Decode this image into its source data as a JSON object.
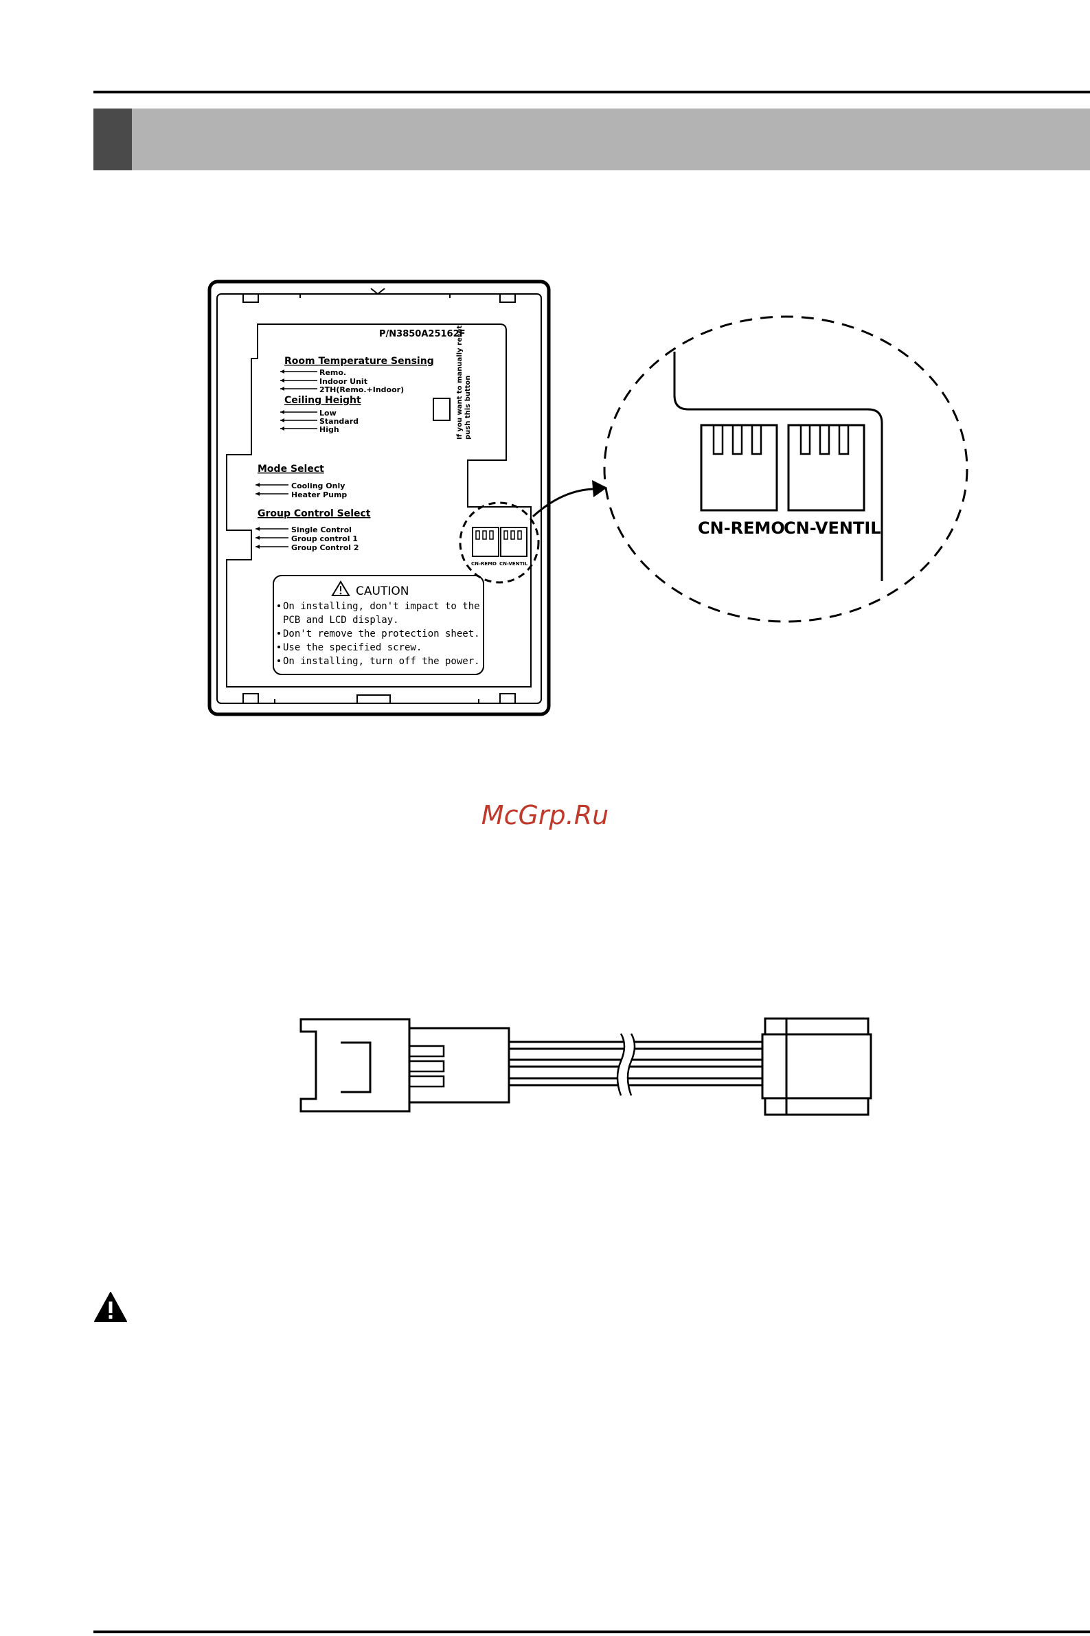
{
  "remote_back": {
    "part_number": "P/N3850A25162F",
    "room_temp": {
      "title": "Room Temperature Sensing",
      "options": [
        "Remo.",
        "Indoor Unit",
        "2TH(Remo.+Indoor)"
      ]
    },
    "ceiling": {
      "title": "Ceiling Height",
      "options": [
        "Low",
        "Standard",
        "High"
      ]
    },
    "reset_note": [
      "If you want to manually reset,",
      "push this button"
    ],
    "mode": {
      "title": "Mode Select",
      "options": [
        "Cooling Only",
        "Heater Pump"
      ]
    },
    "group": {
      "title": "Group Control Select",
      "options": [
        "Single Control",
        "Group control 1",
        "Group Control 2"
      ]
    },
    "caution": {
      "title": "CAUTION",
      "lines": [
        "On installing, don't impact to the",
        "PCB and LCD display.",
        "Don't remove the protection sheet.",
        "Use the specified screw.",
        "On installing, turn off the power."
      ]
    },
    "small_connectors": [
      "CN-REMO",
      "CN-VENTIL"
    ]
  },
  "zoom": {
    "connector_labels": [
      "CN-REMO",
      "CN-VENTIL"
    ]
  },
  "watermark": "McGrp.Ru",
  "icons": {
    "warning": "warning-triangle-icon",
    "caution": "caution-triangle-icon"
  }
}
